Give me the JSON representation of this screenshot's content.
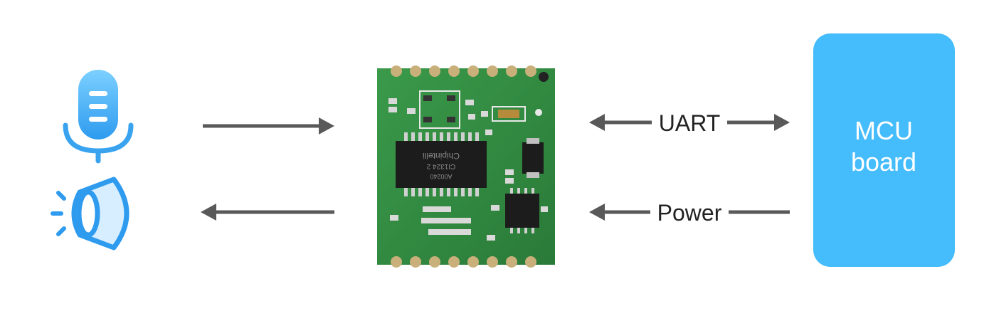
{
  "links": {
    "uart_label": "UART",
    "power_label": "Power"
  },
  "mcu": {
    "line1": "MCU",
    "line2": "board",
    "color": "#45BCFB"
  },
  "module": {
    "chip_text_1": "Chipintelli",
    "chip_text_2": "CI1324 2",
    "chip_text_3": "A00240",
    "pcb_color": "#2E8B3E"
  },
  "icons": {
    "microphone": "microphone-icon",
    "speaker": "speaker-icon",
    "accent_color": "#3AA3F0"
  },
  "arrow_color": "#595959"
}
